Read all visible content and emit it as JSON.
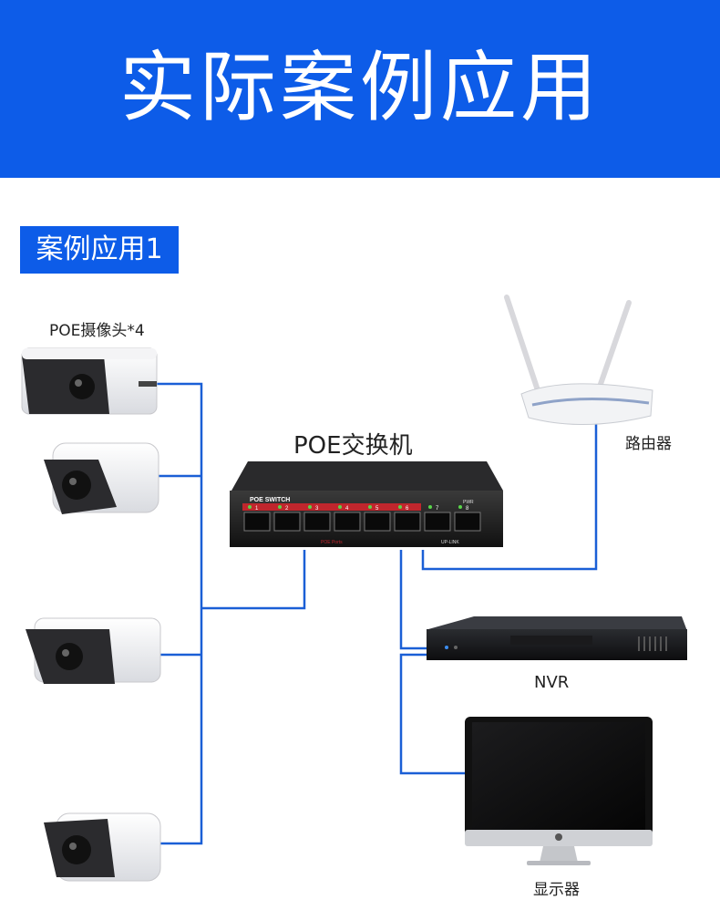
{
  "header": {
    "title": "实际案例应用"
  },
  "case": {
    "title": "案例应用1"
  },
  "devices": {
    "cameras": "POE摄像头*4",
    "switch": "POE交换机",
    "router": "路由器",
    "nvr": "NVR",
    "monitor": "显示器"
  },
  "switch_panel": {
    "brand": "POE SWITCH",
    "ports": [
      "1",
      "2",
      "3",
      "4",
      "5",
      "6",
      "7",
      "8"
    ],
    "poe_label": "POE Ports",
    "uplink_label": "UP-LINK",
    "pwr_label": "PWR"
  },
  "colors": {
    "accent": "#0d5ce8",
    "link": "#1a5fd6"
  }
}
